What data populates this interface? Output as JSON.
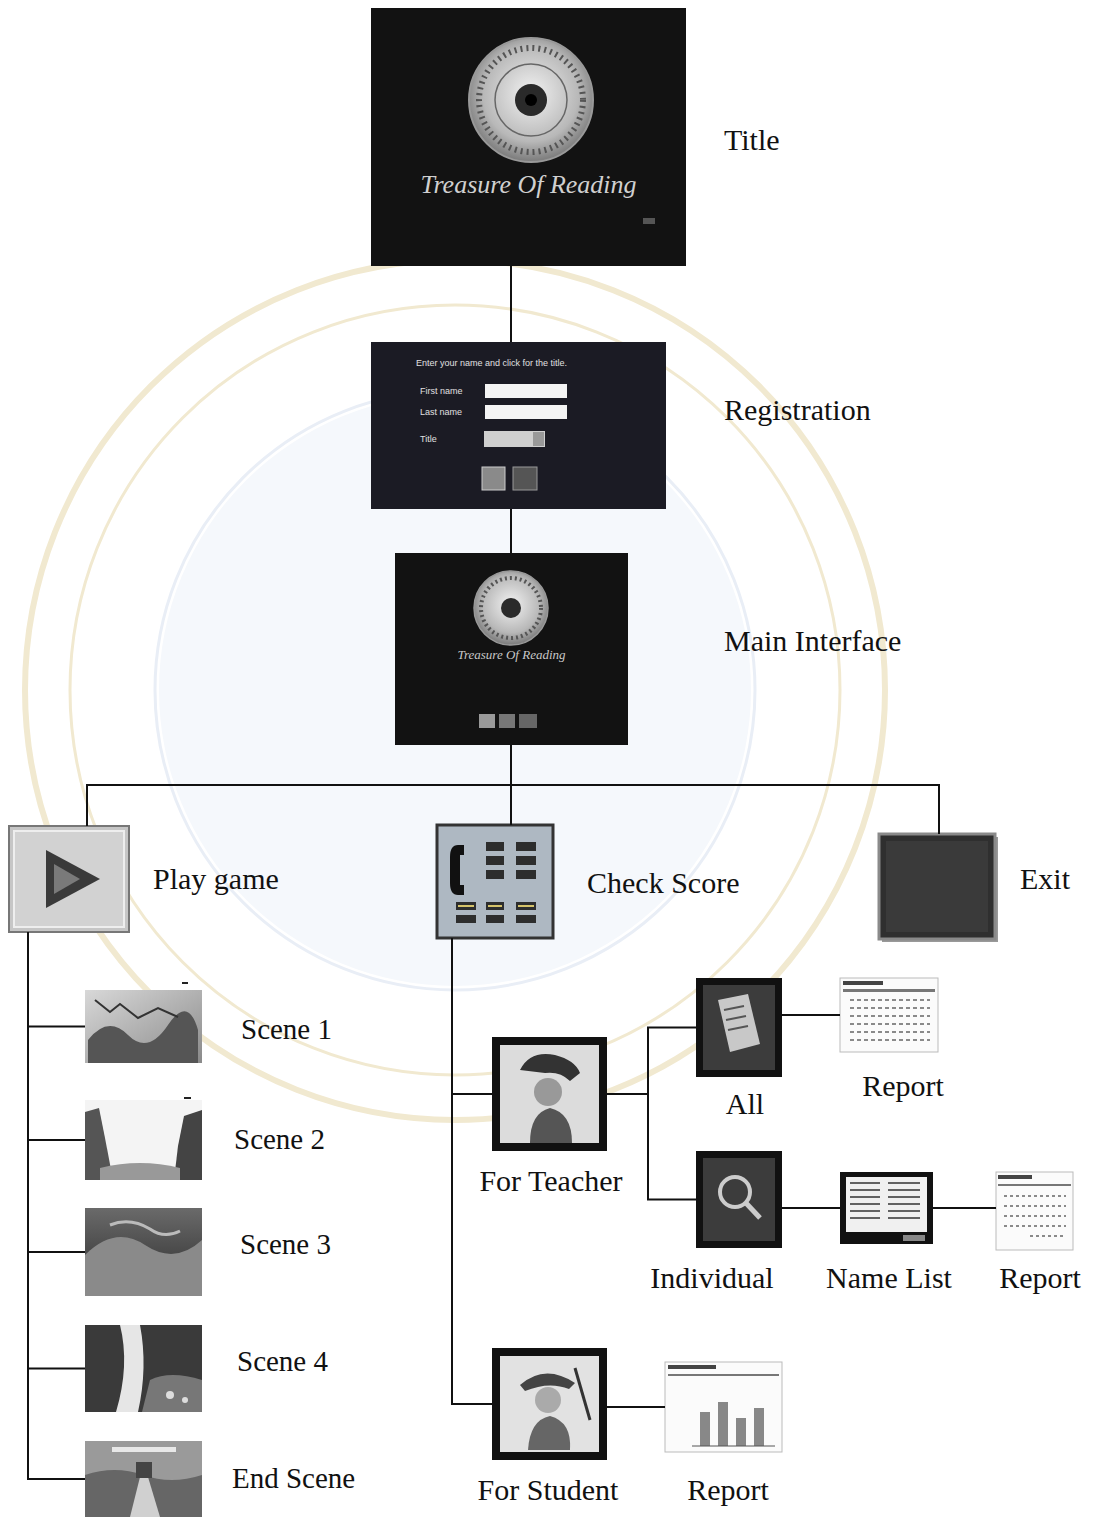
{
  "diagram": {
    "nodes": [
      {
        "text": [
          "Title",
          "Treasure Of Reading"
        ]
      },
      {
        "text": [
          "Registration",
          "Enter your name and click for the title.",
          "First name",
          "Last name",
          "Title"
        ]
      },
      {
        "text": [
          "Main Interface",
          "Treasure Of Reading"
        ]
      },
      {
        "text": [
          "Play game"
        ]
      },
      {
        "text": [
          "Check Score"
        ]
      },
      {
        "text": [
          "Exit"
        ]
      },
      {
        "text": [
          "Scene 1"
        ]
      },
      {
        "text": [
          "Scene 2"
        ]
      },
      {
        "text": [
          "Scene 3"
        ]
      },
      {
        "text": [
          "Scene 4"
        ]
      },
      {
        "text": [
          "End Scene"
        ]
      },
      {
        "text": [
          "For Teacher"
        ]
      },
      {
        "text": [
          "All"
        ]
      },
      {
        "text": [
          "Report"
        ]
      },
      {
        "text": [
          "Individual"
        ]
      },
      {
        "text": [
          "Name List"
        ]
      },
      {
        "text": [
          "Report"
        ]
      },
      {
        "text": [
          "For Student"
        ]
      },
      {
        "text": [
          "Report"
        ]
      }
    ],
    "edges": [
      {
        "from": 0,
        "to": 1,
        "arrow": "none"
      },
      {
        "from": 1,
        "to": 2,
        "arrow": "none"
      },
      {
        "from": 2,
        "to": 3,
        "arrow": "none"
      },
      {
        "from": 2,
        "to": 4,
        "arrow": "none"
      },
      {
        "from": 2,
        "to": 5,
        "arrow": "none"
      },
      {
        "from": 3,
        "to": 6,
        "arrow": "none"
      },
      {
        "from": 3,
        "to": 7,
        "arrow": "none"
      },
      {
        "from": 3,
        "to": 8,
        "arrow": "none"
      },
      {
        "from": 3,
        "to": 9,
        "arrow": "none"
      },
      {
        "from": 3,
        "to": 10,
        "arrow": "none"
      },
      {
        "from": 4,
        "to": 11,
        "arrow": "none"
      },
      {
        "from": 4,
        "to": 17,
        "arrow": "none"
      },
      {
        "from": 11,
        "to": 12,
        "arrow": "none"
      },
      {
        "from": 11,
        "to": 14,
        "arrow": "none"
      },
      {
        "from": 12,
        "to": 13,
        "arrow": "none"
      },
      {
        "from": 14,
        "to": 15,
        "arrow": "none"
      },
      {
        "from": 15,
        "to": 16,
        "arrow": "none"
      },
      {
        "from": 17,
        "to": 18,
        "arrow": "none"
      }
    ]
  }
}
